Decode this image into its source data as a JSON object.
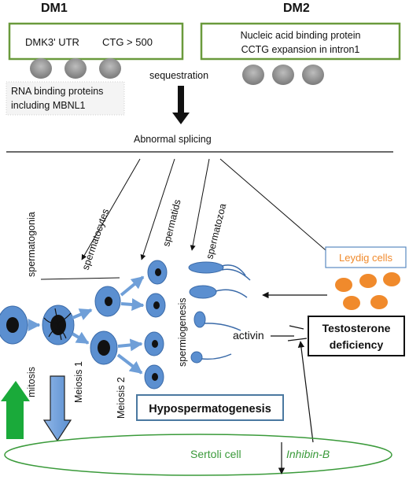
{
  "headers": {
    "dm1": "DM1",
    "dm2": "DM2"
  },
  "dm1_box": {
    "left": "DMK3' UTR",
    "right": "CTG > 500"
  },
  "dm2_box": {
    "line1": "Nucleic acid binding protein",
    "line2": "CCTG expansion in intron1"
  },
  "rna_binding": {
    "line1": "RNA binding proteins",
    "line2": "including MBNL1"
  },
  "sequestration": "sequestration",
  "abnormal_splicing": "Abnormal splicing",
  "stages": {
    "spermatogonia": "spermatogonia",
    "spermatocytes": "spermatocytes",
    "spermatids": "spermatids",
    "spermatozoa": "spermatozoa",
    "spermiogenesis": "spermiogenesis"
  },
  "processes": {
    "mitosis": "mitosis",
    "meiosis1": "Meiosis 1",
    "meiosis2": "Meiosis 2"
  },
  "leydig": "Leydig cells",
  "activin": "activin",
  "testosterone": {
    "line1": "Testosterone",
    "line2": "deficiency"
  },
  "hypospermatogenesis": "Hypospermatogenesis",
  "sertoli": "Sertoli cell",
  "inhibin": "Inhibin-B",
  "colors": {
    "box_green": "#6a9a3c",
    "cell_blue": "#5b8fd0",
    "cell_stroke": "#3a6aa8",
    "leydig_orange": "#f08a2c",
    "leydig_border": "#5a8ac0",
    "sertoli_green": "#3a9a3a",
    "green_arrow": "#1aaa3a",
    "hypo_border": "#4a78a0"
  }
}
